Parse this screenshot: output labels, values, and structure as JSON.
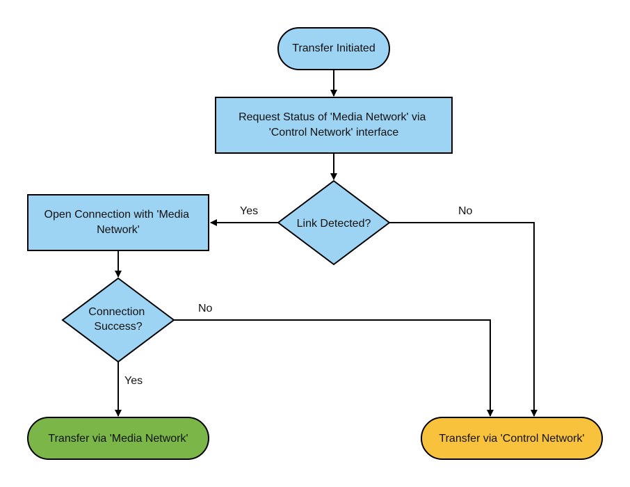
{
  "colors": {
    "process_fill": "#9dd4f3",
    "start_fill": "#9dd4f3",
    "decision_fill": "#9dd4f3",
    "success_fill": "#7ab648",
    "fallback_fill": "#f9c23c",
    "stroke": "#000000"
  },
  "nodes": {
    "start": {
      "lines": [
        "Transfer Initiated"
      ]
    },
    "request_status": {
      "lines": [
        "Request Status of 'Media Network' via",
        "'Control Network' interface"
      ]
    },
    "link_detected": {
      "lines": [
        "Link Detected?"
      ]
    },
    "open_connection": {
      "lines": [
        "Open Connection with 'Media",
        "Network'"
      ]
    },
    "connection_success": {
      "lines": [
        "Connection",
        "Success?"
      ]
    },
    "transfer_media": {
      "lines": [
        "Transfer via 'Media Network'"
      ]
    },
    "transfer_control": {
      "lines": [
        "Transfer via 'Control Network'"
      ]
    }
  },
  "edges": {
    "link_yes": "Yes",
    "link_no": "No",
    "conn_no": "No",
    "conn_yes": "Yes"
  }
}
